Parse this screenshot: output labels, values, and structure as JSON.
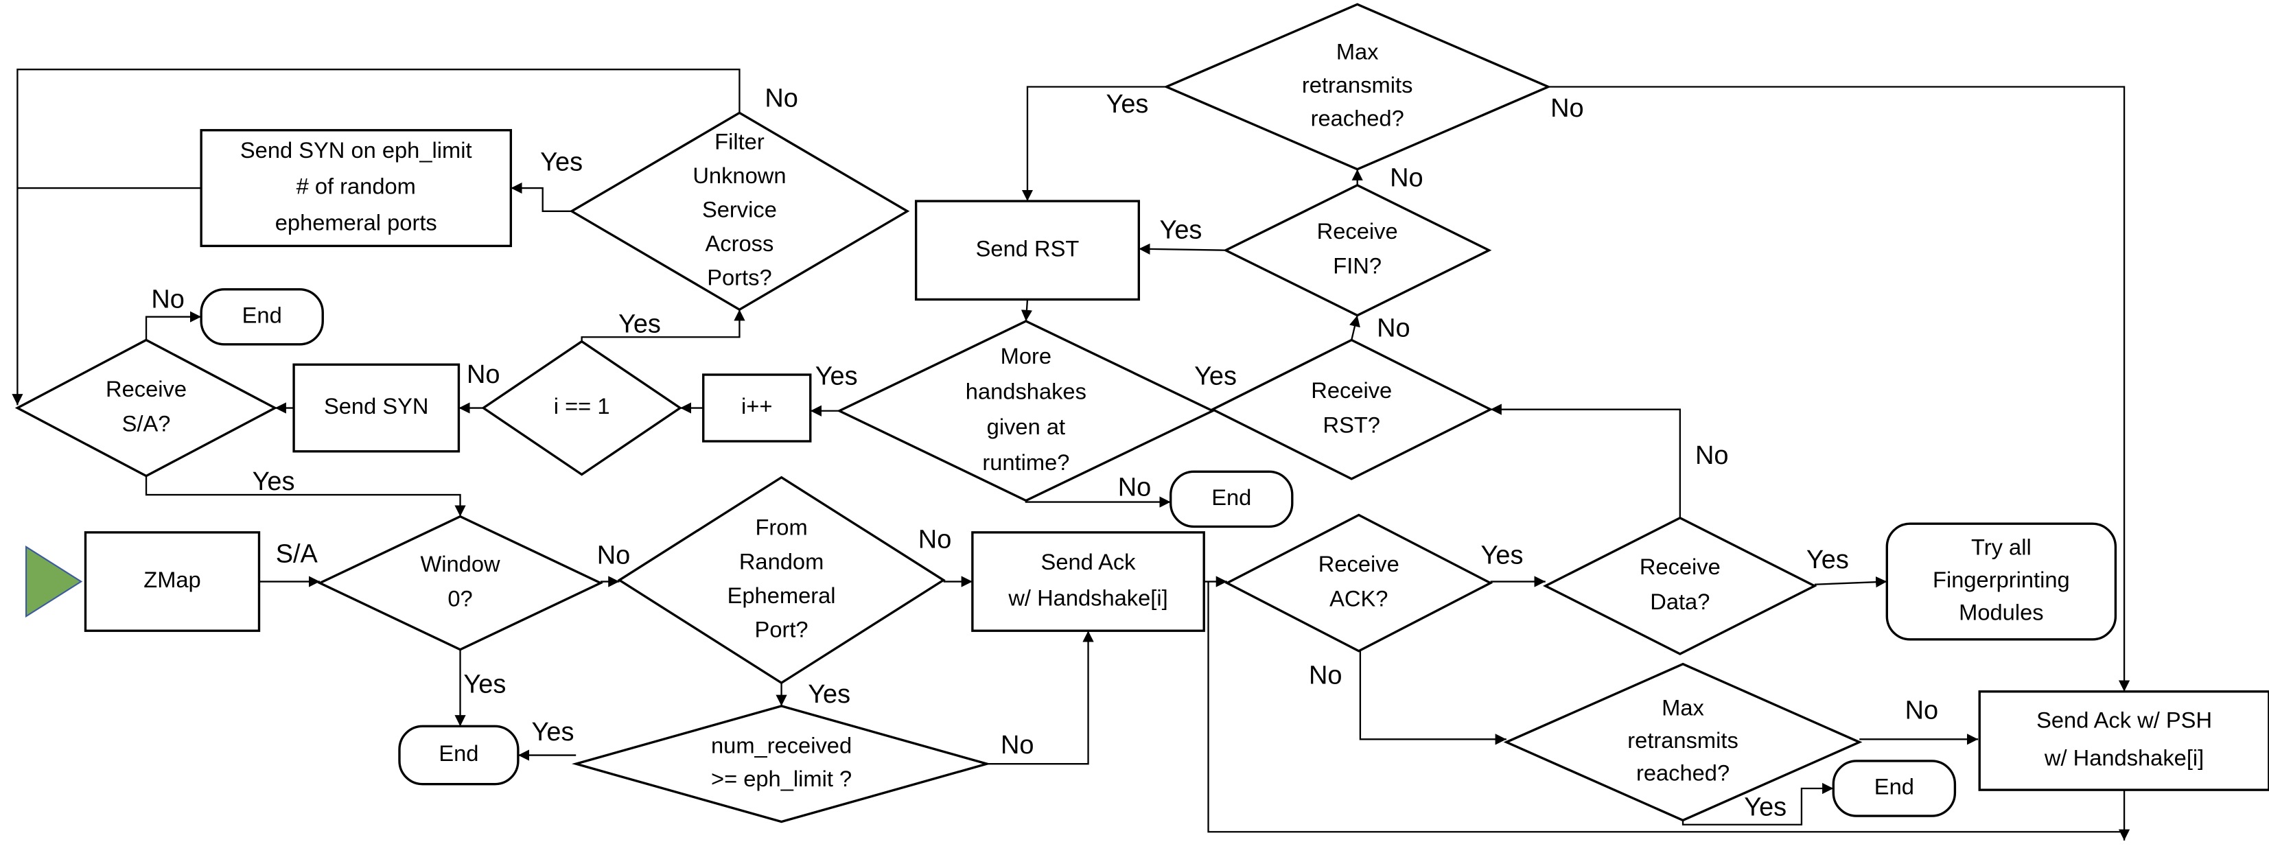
{
  "colors": {
    "start_marker": "#77a955",
    "start_marker_stroke": "#3b5aa0",
    "line": "#000000"
  },
  "nodes": {
    "max_retransmits_top": {
      "lines": [
        "Max",
        "retransmits",
        "reached?"
      ]
    },
    "send_rst": {
      "lines": [
        "Send RST"
      ]
    },
    "receive_fin": {
      "lines": [
        "Receive",
        "FIN?"
      ]
    },
    "filter_unknown": {
      "lines": [
        "Filter",
        "Unknown",
        "Service",
        "Across",
        "Ports?"
      ]
    },
    "send_syn_eph": {
      "lines": [
        "Send SYN on eph_limit",
        "# of random",
        "ephemeral ports"
      ]
    },
    "end_top_left": {
      "lines": [
        "End"
      ]
    },
    "receive_sa": {
      "lines": [
        "Receive",
        "S/A?"
      ]
    },
    "send_syn": {
      "lines": [
        "Send SYN"
      ]
    },
    "i_eq_1": {
      "lines": [
        "i == 1"
      ]
    },
    "i_inc": {
      "lines": [
        "i++"
      ]
    },
    "more_handshakes": {
      "lines": [
        "More",
        "handshakes",
        "given at",
        "runtime?"
      ]
    },
    "receive_rst": {
      "lines": [
        "Receive",
        "RST?"
      ]
    },
    "end_runtime": {
      "lines": [
        "End"
      ]
    },
    "zmap": {
      "lines": [
        "ZMap"
      ]
    },
    "window0": {
      "lines": [
        "Window",
        "0?"
      ]
    },
    "from_random": {
      "lines": [
        "From",
        "Random",
        "Ephemeral",
        "Port?"
      ]
    },
    "send_ack": {
      "lines": [
        "Send Ack",
        "w/ Handshake[i]"
      ]
    },
    "receive_ack": {
      "lines": [
        "Receive",
        "ACK?"
      ]
    },
    "receive_data": {
      "lines": [
        "Receive",
        "Data?"
      ]
    },
    "try_all": {
      "lines": [
        "Try all",
        "Fingerprinting",
        "Modules"
      ]
    },
    "end_window": {
      "lines": [
        "End"
      ]
    },
    "num_received": {
      "lines": [
        "num_received",
        ">= eph_limit ?"
      ]
    },
    "max_retransmits_bottom": {
      "lines": [
        "Max",
        "retransmits",
        "reached?"
      ]
    },
    "end_bottom_right": {
      "lines": [
        "End"
      ]
    },
    "send_ack_psh": {
      "lines": [
        "Send Ack w/ PSH",
        "w/ Handshake[i]"
      ]
    }
  },
  "edge_labels": {
    "filter_no": "No",
    "filter_yes": "Yes",
    "maxtop_yes": "Yes",
    "maxtop_no": "No",
    "fin_yes": "Yes",
    "fin_no": "No",
    "rst_no": "No",
    "rst_yes": "Yes",
    "more_yes": "Yes",
    "more_no": "No",
    "i1_yes": "Yes",
    "i1_no": "No",
    "sa_no": "No",
    "sa_yes": "Yes",
    "zmap_sa": "S/A",
    "window_no": "No",
    "window_yes": "Yes",
    "random_no": "No",
    "random_yes": "Yes",
    "num_yes": "Yes",
    "num_no": "No",
    "ack_yes": "Yes",
    "ack_no": "No",
    "data_no": "No",
    "data_yes": "Yes",
    "maxbot_no": "No",
    "maxbot_yes": "Yes"
  }
}
